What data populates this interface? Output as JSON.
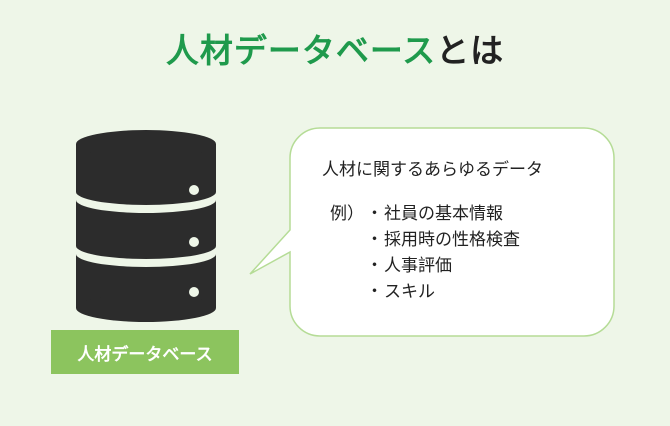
{
  "title": {
    "highlight": "人材データベース",
    "rest": "とは"
  },
  "database": {
    "icon": "database-icon",
    "label": "人材データベース",
    "body_color": "#2c2c2c",
    "band_color": "#eef6e8",
    "label_bg": "#8cc45e"
  },
  "bubble": {
    "heading": "人材に関するあらゆるデータ",
    "example_prefix": "例）",
    "bullet": "・",
    "items": [
      "社員の基本情報",
      "採用時の性格検査",
      "人事評価",
      "スキル"
    ],
    "border_color": "#b5dc96"
  },
  "colors": {
    "title_accent": "#1f9a4c",
    "background": "#eef6e8"
  }
}
